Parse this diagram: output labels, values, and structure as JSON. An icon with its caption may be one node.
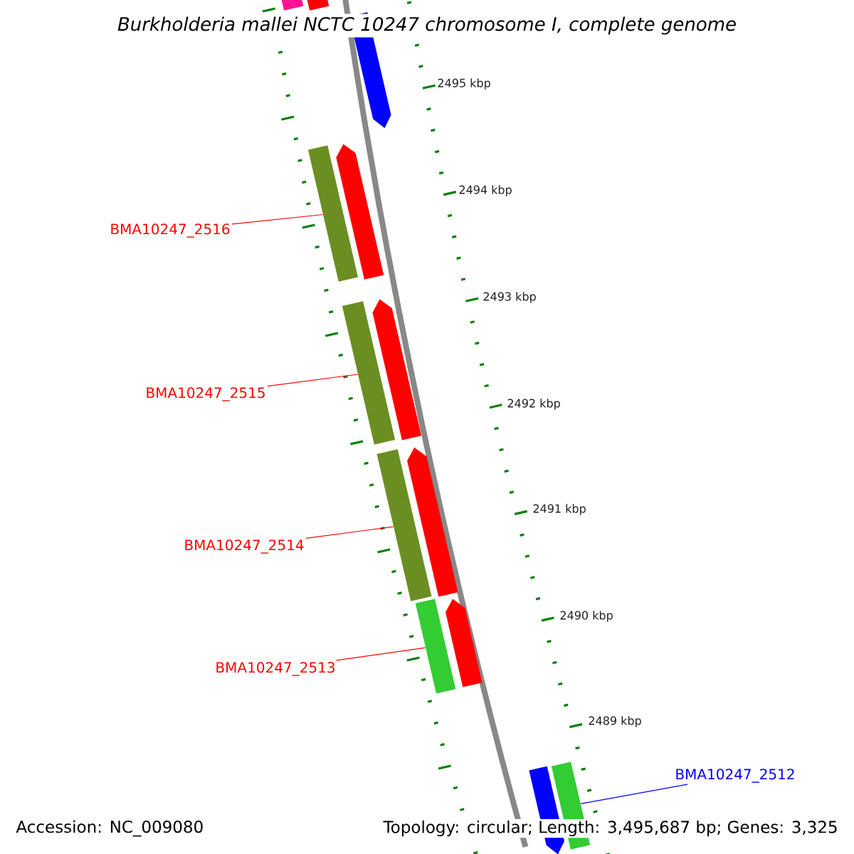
{
  "diagram": {
    "title": "Burkholderia mallei NCTC 10247 chromosome I, complete genome",
    "nodes": [
      {
        "text": [
          "BMA10247_2516"
        ]
      },
      {
        "text": [
          "BMA10247_2515"
        ]
      },
      {
        "text": [
          "BMA10247_2514"
        ]
      },
      {
        "text": [
          "BMA10247_2513"
        ]
      },
      {
        "text": [
          "BMA10247_2512"
        ]
      },
      {
        "text": [],
        "shape": "box"
      },
      {
        "text": [],
        "shape": "box"
      },
      {
        "text": [],
        "shape": "box"
      },
      {
        "text": [],
        "shape": "box"
      },
      {
        "text": [],
        "shape": "box"
      },
      {
        "text": [],
        "shape": "box"
      },
      {
        "text": [],
        "shape": "box"
      },
      {
        "text": [],
        "shape": "arrow"
      },
      {
        "text": [],
        "shape": "arrow"
      },
      {
        "text": [],
        "shape": "arrow"
      },
      {
        "text": [],
        "shape": "arrow"
      },
      {
        "text": [],
        "shape": "arrow"
      },
      {
        "text": [],
        "shape": "arrow"
      }
    ],
    "edges": [
      {
        "from": 0,
        "to": 5,
        "arrow": "none"
      },
      {
        "from": 1,
        "to": 6,
        "arrow": "none"
      },
      {
        "from": 2,
        "to": 7,
        "arrow": "none"
      },
      {
        "from": 3,
        "to": 8,
        "arrow": "none"
      },
      {
        "from": 4,
        "to": 9,
        "arrow": "none",
        "color": "#0000ff"
      }
    ],
    "labels": [
      "2495 kbp",
      "2494 kbp",
      "2493 kbp",
      "2492 kbp",
      "2491 kbp",
      "2490 kbp",
      "2489 kbp",
      "Accession: NC_009080",
      "Topology: circular; Length: 3,495,687 bp; Genes: 3,325"
    ]
  }
}
